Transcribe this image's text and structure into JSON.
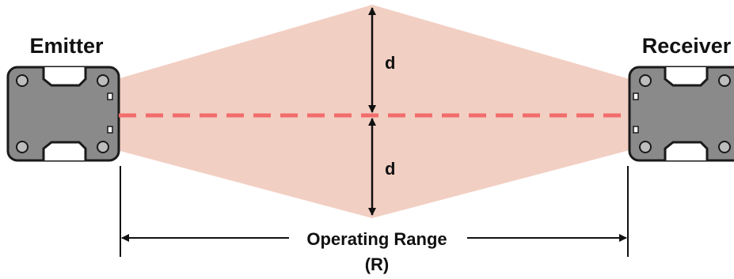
{
  "labels": {
    "emitter": "Emitter",
    "receiver": "Receiver",
    "d_upper": "d",
    "d_lower": "d",
    "range_line1": "Operating Range",
    "range_line2": "(R)"
  },
  "colors": {
    "beam_fill": "#f2cfc3",
    "beam_line": "#f26c6c",
    "device_body": "#8a8a8a",
    "device_outline": "#1a1a1a",
    "arrow": "#111111"
  }
}
